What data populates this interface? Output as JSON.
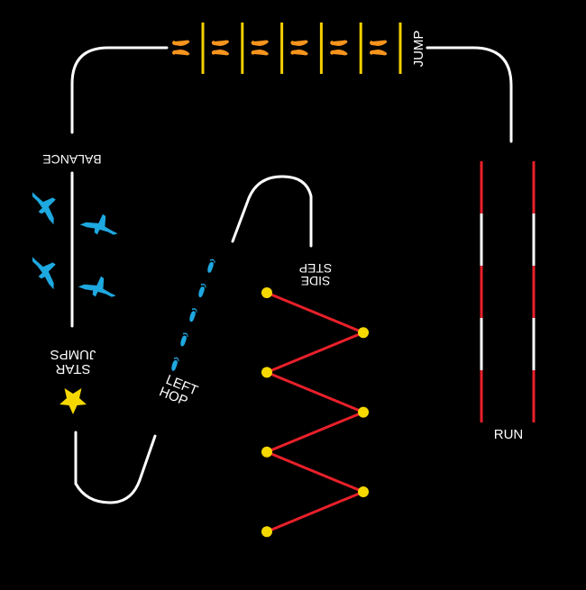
{
  "title": "Playground activity trail",
  "colors": {
    "background": "#000000",
    "path": "#ffffff",
    "hurdle": "#f5d000",
    "footprint_orange": "#f7941d",
    "footprint_blue": "#1ea8e0",
    "airplane_blue": "#1ea8e0",
    "star": "#f5d800",
    "zigzag_line": "#e8202a",
    "zigzag_dot": "#f5d800",
    "run_red": "#e8202a",
    "run_white": "#ffffff",
    "label": "#ffffff"
  },
  "stations": {
    "jump": {
      "label": "JUMP",
      "hurdle_count": 6,
      "footprint_pairs": 6,
      "icon": "two-feet-icon"
    },
    "run": {
      "label": "RUN",
      "lanes": 2,
      "segments": [
        "red",
        "white",
        "red",
        "white",
        "red"
      ]
    },
    "balance": {
      "label": "BALANCE",
      "airplane_icons": 4,
      "icon": "airplane-icon"
    },
    "star_jumps": {
      "label_line1": "STAR",
      "label_line2": "JUMPS",
      "icon": "star-icon"
    },
    "left_hop": {
      "label_line1": "LEFT",
      "label_line2": "HOP",
      "footprints": 5,
      "icon": "left-foot-icon"
    },
    "side_step": {
      "label_line1": "SIDE",
      "label_line2": "STEP",
      "dots": 7
    }
  }
}
